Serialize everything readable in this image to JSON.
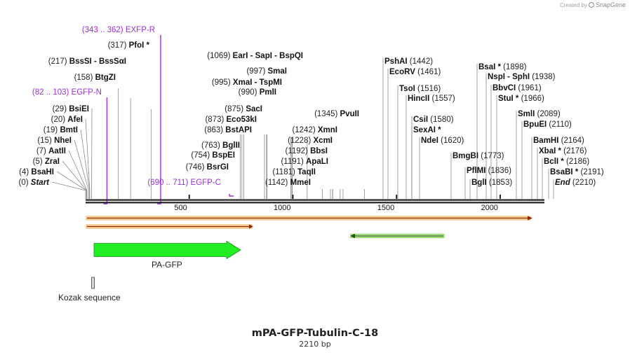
{
  "credit": {
    "prefix": "Created by",
    "brand": "SnapGene"
  },
  "plasmid": {
    "name": "mPA-GFP-Tubulin-C-18",
    "length": "2210 bp"
  },
  "ruler": {
    "total_bp": 2210,
    "ticks": [
      "500",
      "1000",
      "1500",
      "2000"
    ]
  },
  "sites": [
    {
      "pos": "(0)",
      "name": "Start",
      "style": "em",
      "bp": 0
    },
    {
      "pos": "(4)",
      "name": "BsaHI",
      "bp": 4
    },
    {
      "pos": "(5)",
      "name": "ZraI",
      "bp": 5
    },
    {
      "pos": "(7)",
      "name": "AatII",
      "bp": 7
    },
    {
      "pos": "(15)",
      "name": "NheI",
      "bp": 15
    },
    {
      "pos": "(19)",
      "name": "BmtI",
      "bp": 19
    },
    {
      "pos": "(20)",
      "name": "AfeI",
      "bp": 20
    },
    {
      "pos": "(29)",
      "name": "BsiEI",
      "bp": 29
    },
    {
      "pos": "(82 .. 103)",
      "name": "EGFP-N",
      "style": "primer",
      "bp": 82,
      "bp_end": 103
    },
    {
      "pos": "(158)",
      "name": "BtgZI",
      "bp": 158
    },
    {
      "pos": "(217)",
      "name": "BssSI  -  BssSαI",
      "bp": 217
    },
    {
      "pos": "(317)",
      "name": "PfoI *",
      "bp": 317
    },
    {
      "pos": "(343 .. 362)",
      "name": "EXFP-R",
      "style": "primer",
      "bp": 343,
      "bp_end": 362
    },
    {
      "pos": "(690 .. 711)",
      "name": "EGFP-C",
      "style": "primer",
      "bp": 690,
      "bp_end": 711
    },
    {
      "pos": "(746)",
      "name": "BsrGI",
      "bp": 746
    },
    {
      "pos": "(754)",
      "name": "BspEI",
      "bp": 754
    },
    {
      "pos": "(763)",
      "name": "BglII",
      "bp": 763
    },
    {
      "pos": "(863)",
      "name": "BstAPI",
      "bp": 863
    },
    {
      "pos": "(873)",
      "name": "Eco53kI",
      "bp": 873
    },
    {
      "pos": "(875)",
      "name": "SacI",
      "bp": 875
    },
    {
      "pos": "(990)",
      "name": "PmlI",
      "bp": 990
    },
    {
      "pos": "(995)",
      "name": "XmaI  -  TspMI",
      "bp": 995
    },
    {
      "pos": "(997)",
      "name": "SmaI",
      "bp": 997
    },
    {
      "pos": "(1069)",
      "name": "EarI  -  SapI  -  BspQI",
      "bp": 1069
    },
    {
      "pos": "(1142)",
      "name": "MmeI",
      "bp": 1142
    },
    {
      "pos": "(1181)",
      "name": "TaqII",
      "bp": 1181
    },
    {
      "pos": "(1191)",
      "name": "ApaLI",
      "bp": 1191
    },
    {
      "pos": "(1192)",
      "name": "BbsI",
      "bp": 1192
    },
    {
      "pos": "(1228)",
      "name": "XcmI",
      "bp": 1228
    },
    {
      "pos": "(1242)",
      "name": "XmnI",
      "bp": 1242
    },
    {
      "pos": "(1345)",
      "name": "PvuII",
      "bp": 1345
    },
    {
      "pos": "(1442)",
      "name": "PshAI",
      "bp": 1442
    },
    {
      "pos": "(1461)",
      "name": "EcoRV",
      "bp": 1461
    },
    {
      "pos": "(1516)",
      "name": "TsoI",
      "bp": 1516
    },
    {
      "pos": "(1557)",
      "name": "HincII",
      "bp": 1557
    },
    {
      "pos": "(1580)",
      "name": "CsiI",
      "bp": 1580
    },
    {
      "pos": "(1580)",
      "name": "SexAI *",
      "bp": 1580
    },
    {
      "pos": "(1620)",
      "name": "NdeI",
      "bp": 1620
    },
    {
      "pos": "(1773)",
      "name": "BmgBI",
      "bp": 1773
    },
    {
      "pos": "(1836)",
      "name": "PflMI",
      "bp": 1836
    },
    {
      "pos": "(1853)",
      "name": "BglI",
      "bp": 1853
    },
    {
      "pos": "(1898)",
      "name": "BsaI *",
      "bp": 1898
    },
    {
      "pos": "(1938)",
      "name": "NspI  -  SphI",
      "bp": 1938
    },
    {
      "pos": "(1961)",
      "name": "BbvCI",
      "bp": 1961
    },
    {
      "pos": "(1966)",
      "name": "StuI *",
      "bp": 1966
    },
    {
      "pos": "(2089)",
      "name": "SmlI",
      "bp": 2089
    },
    {
      "pos": "(2110)",
      "name": "BpuEI",
      "bp": 2110
    },
    {
      "pos": "(2164)",
      "name": "BamHI",
      "bp": 2164
    },
    {
      "pos": "(2176)",
      "name": "XbaI *",
      "bp": 2176
    },
    {
      "pos": "(2186)",
      "name": "BclI *",
      "bp": 2186
    },
    {
      "pos": "(2191)",
      "name": "BsaBI *",
      "bp": 2191
    },
    {
      "pos": "(2210)",
      "name": "End",
      "style": "em",
      "bp": 2210
    }
  ],
  "features": [
    {
      "name": "PA-GFP",
      "color": "#22ee22",
      "kind": "cds"
    },
    {
      "name": "Kozak sequence",
      "color": "#d8d8d8",
      "kind": "misc"
    }
  ],
  "colors": {
    "primer": "#9b2fd6",
    "orf": "#f0a030",
    "orf_alt": "#7ad848",
    "backbone": "#222222"
  }
}
